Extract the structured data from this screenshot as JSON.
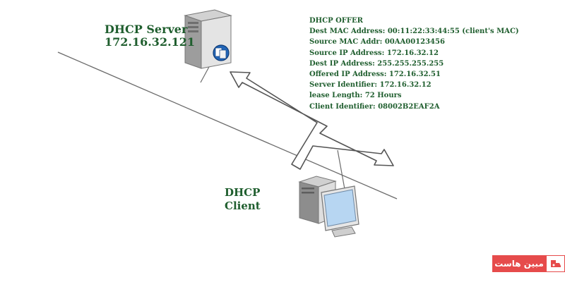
{
  "server": {
    "name": "DHCP Server",
    "ip": "172.16.32.121"
  },
  "client": {
    "line1": "DHCP",
    "line2": "Client"
  },
  "packet": {
    "title": "DHCP OFFER",
    "lines": [
      "Dest MAC Address: 00:11:22:33:44:55 (client's MAC)",
      "Source MAC Addr: 00AA00123456",
      "Source IP Address: 172.16.32.12",
      "Dest IP Address: 255.255.255.255",
      "Offered IP Address: 172.16.32.51",
      "Server Identifier: 172.16.32.12",
      "lease Length: 72 Hours",
      "Client Identifier: 08002B2EAF2A"
    ]
  },
  "watermark": {
    "text": "مبین هاست"
  },
  "colors": {
    "label_green": "#1f5e2e",
    "badge_red": "#e64b4b",
    "arrow_outline": "#555555"
  },
  "icons": {
    "server": "server-icon",
    "client": "client-computer-icon",
    "arrow": "double-arrow-icon"
  }
}
